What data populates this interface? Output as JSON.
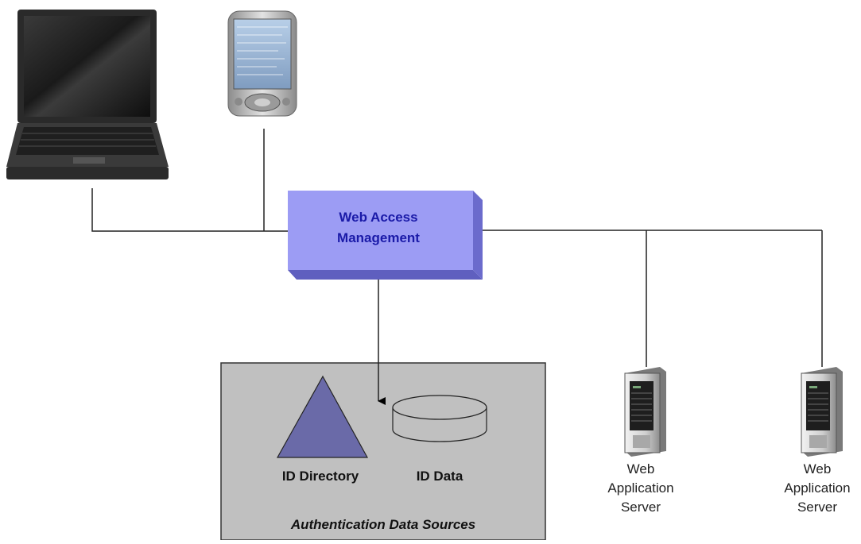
{
  "wam": {
    "line1": "Web Access",
    "line2": "Management"
  },
  "data_sources": {
    "title": "Authentication Data Sources",
    "directory_label": "ID Directory",
    "data_label": "ID Data"
  },
  "servers": [
    {
      "line1": "Web",
      "line2": "Application",
      "line3": "Server"
    },
    {
      "line1": "Web",
      "line2": "Application",
      "line3": "Server"
    }
  ],
  "devices": {
    "laptop_icon": "laptop-icon",
    "pda_icon": "pda-icon",
    "server_icon": "server-icon"
  },
  "colors": {
    "wam_fill": "#9c9cf4",
    "wam_text": "#1a1aa8",
    "panel_fill": "#c0c0c0",
    "triangle_fill": "#6a6aa8"
  }
}
